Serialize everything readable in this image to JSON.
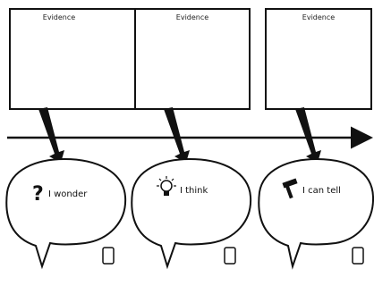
{
  "panels": [
    {
      "box_label": "Evidence",
      "bubble_text": "I wonder",
      "icon": "question-mark-icon"
    },
    {
      "box_label": "Evidence",
      "bubble_text": "I think",
      "icon": "lightbulb-icon"
    },
    {
      "box_label": "Evidence",
      "bubble_text": "I can tell",
      "icon": "hammer-icon"
    }
  ],
  "colors": {
    "ink": "#111111",
    "paper": "#ffffff"
  }
}
